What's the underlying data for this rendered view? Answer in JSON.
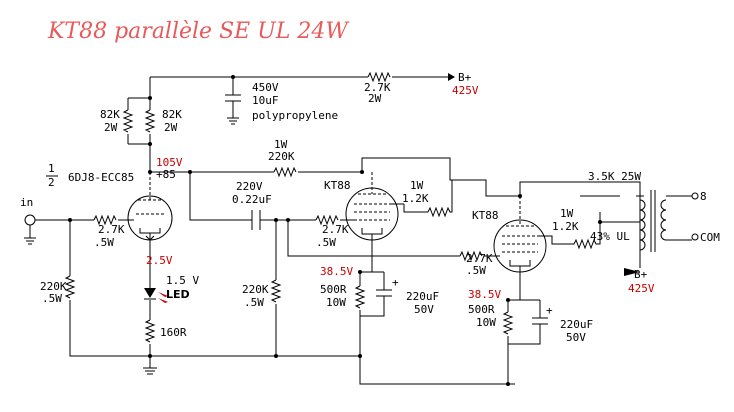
{
  "title": "KT88 parallèle SE UL 24W",
  "labels": {
    "bplus_top": "B+",
    "bplus_top_v": "425V",
    "r_27k_2w_a": "2.7K",
    "r_27k_2w_b": "2W",
    "cap_450v": "450V",
    "cap_10uf": "10uF",
    "cap_pp": "polypropylene",
    "r82k_l_a": "82K",
    "r82k_l_b": "2W",
    "r82k_r_a": "82K",
    "r82k_r_b": "2W",
    "half": "1",
    "half_den": "2",
    "tube1": "6DJ8-ECC85",
    "v105": "105V",
    "v85": "+85",
    "fb_1w": "1W",
    "fb_220k": "220K",
    "c220v": "220V",
    "c022": "0.22uF",
    "in": "in",
    "r_in_a": "2.7K",
    "r_in_b": ".5W",
    "v25": "2.5V",
    "led_v": "1.5 V",
    "led": "LED",
    "r160": "160R",
    "r220k_l_a": "220K",
    "r220k_l_b": ".5W",
    "r220k_m_a": "220K",
    "r220k_m_b": ".5W",
    "kt88_a": "KT88",
    "kt88_b": "KT88",
    "g1_a": "2.7K",
    "g1_b": ".5W",
    "g2_a": "2.7K",
    "g2_b": ".5W",
    "sg1_a": "1W",
    "sg1_b": "1.2K",
    "sg2_a": "1W",
    "sg2_b": "1.2K",
    "v385_a": "38.5V",
    "v385_b": "38.5V",
    "rk1_a": "500R",
    "rk1_b": "10W",
    "rk2_a": "500R",
    "rk2_b": "10W",
    "ck1_a": "220uF",
    "ck1_b": "50V",
    "ck2_a": "220uF",
    "ck2_b": "50V",
    "plus1": "+",
    "plus2": "+",
    "ot": "3.5K 25W",
    "ul": "43% UL",
    "out8": "8",
    "com": "COM",
    "bplus_ot": "B+",
    "bplus_ot_v": "425V"
  }
}
